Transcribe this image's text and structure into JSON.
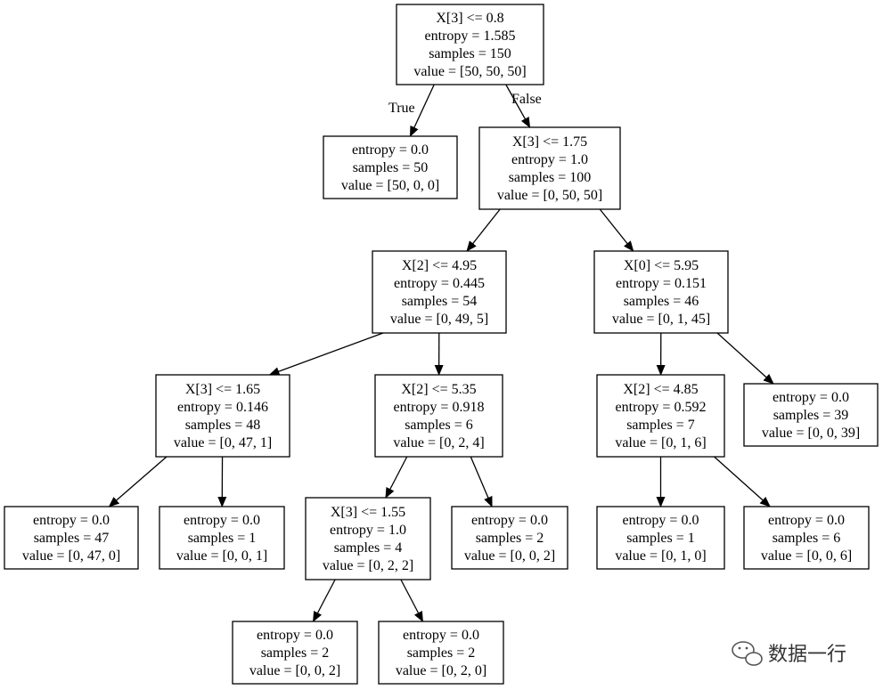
{
  "diagram": {
    "nodes": [
      {
        "id": "n0",
        "lines": [
          "X[3] <= 0.8",
          "entropy = 1.585",
          "samples = 150",
          "value = [50, 50, 50]"
        ]
      },
      {
        "id": "n1",
        "lines": [
          "entropy = 0.0",
          "samples = 50",
          "value = [50, 0, 0]"
        ]
      },
      {
        "id": "n2",
        "lines": [
          "X[3] <= 1.75",
          "entropy = 1.0",
          "samples = 100",
          "value = [0, 50, 50]"
        ]
      },
      {
        "id": "n3",
        "lines": [
          "X[2] <= 4.95",
          "entropy = 0.445",
          "samples = 54",
          "value = [0, 49, 5]"
        ]
      },
      {
        "id": "n4",
        "lines": [
          "X[0] <= 5.95",
          "entropy = 0.151",
          "samples = 46",
          "value = [0, 1, 45]"
        ]
      },
      {
        "id": "n5",
        "lines": [
          "X[3] <= 1.65",
          "entropy = 0.146",
          "samples = 48",
          "value = [0, 47, 1]"
        ]
      },
      {
        "id": "n6",
        "lines": [
          "X[2] <= 5.35",
          "entropy = 0.918",
          "samples = 6",
          "value = [0, 2, 4]"
        ]
      },
      {
        "id": "n7",
        "lines": [
          "X[2] <= 4.85",
          "entropy = 0.592",
          "samples = 7",
          "value = [0, 1, 6]"
        ]
      },
      {
        "id": "n8",
        "lines": [
          "entropy = 0.0",
          "samples = 39",
          "value = [0, 0, 39]"
        ]
      },
      {
        "id": "n9",
        "lines": [
          "entropy = 0.0",
          "samples = 47",
          "value = [0, 47, 0]"
        ]
      },
      {
        "id": "n10",
        "lines": [
          "entropy = 0.0",
          "samples = 1",
          "value = [0, 0, 1]"
        ]
      },
      {
        "id": "n11",
        "lines": [
          "X[3] <= 1.55",
          "entropy = 1.0",
          "samples = 4",
          "value = [0, 2, 2]"
        ]
      },
      {
        "id": "n12",
        "lines": [
          "entropy = 0.0",
          "samples = 2",
          "value = [0, 0, 2]"
        ]
      },
      {
        "id": "n13",
        "lines": [
          "entropy = 0.0",
          "samples = 1",
          "value = [0, 1, 0]"
        ]
      },
      {
        "id": "n14",
        "lines": [
          "entropy = 0.0",
          "samples = 6",
          "value = [0, 0, 6]"
        ]
      },
      {
        "id": "n15",
        "lines": [
          "entropy = 0.0",
          "samples = 2",
          "value = [0, 0, 2]"
        ]
      },
      {
        "id": "n16",
        "lines": [
          "entropy = 0.0",
          "samples = 2",
          "value = [0, 2, 0]"
        ]
      }
    ],
    "edges": [
      {
        "from": "n0",
        "to": "n1",
        "label": "True"
      },
      {
        "from": "n0",
        "to": "n2",
        "label": "False"
      },
      {
        "from": "n2",
        "to": "n3",
        "label": ""
      },
      {
        "from": "n2",
        "to": "n4",
        "label": ""
      },
      {
        "from": "n3",
        "to": "n5",
        "label": ""
      },
      {
        "from": "n3",
        "to": "n6",
        "label": ""
      },
      {
        "from": "n4",
        "to": "n7",
        "label": ""
      },
      {
        "from": "n4",
        "to": "n8",
        "label": ""
      },
      {
        "from": "n5",
        "to": "n9",
        "label": ""
      },
      {
        "from": "n5",
        "to": "n10",
        "label": ""
      },
      {
        "from": "n6",
        "to": "n11",
        "label": ""
      },
      {
        "from": "n6",
        "to": "n12",
        "label": ""
      },
      {
        "from": "n7",
        "to": "n13",
        "label": ""
      },
      {
        "from": "n7",
        "to": "n14",
        "label": ""
      },
      {
        "from": "n11",
        "to": "n15",
        "label": ""
      },
      {
        "from": "n11",
        "to": "n16",
        "label": ""
      }
    ]
  },
  "watermark": {
    "text": "数据一行",
    "icon": "wechat-icon"
  }
}
